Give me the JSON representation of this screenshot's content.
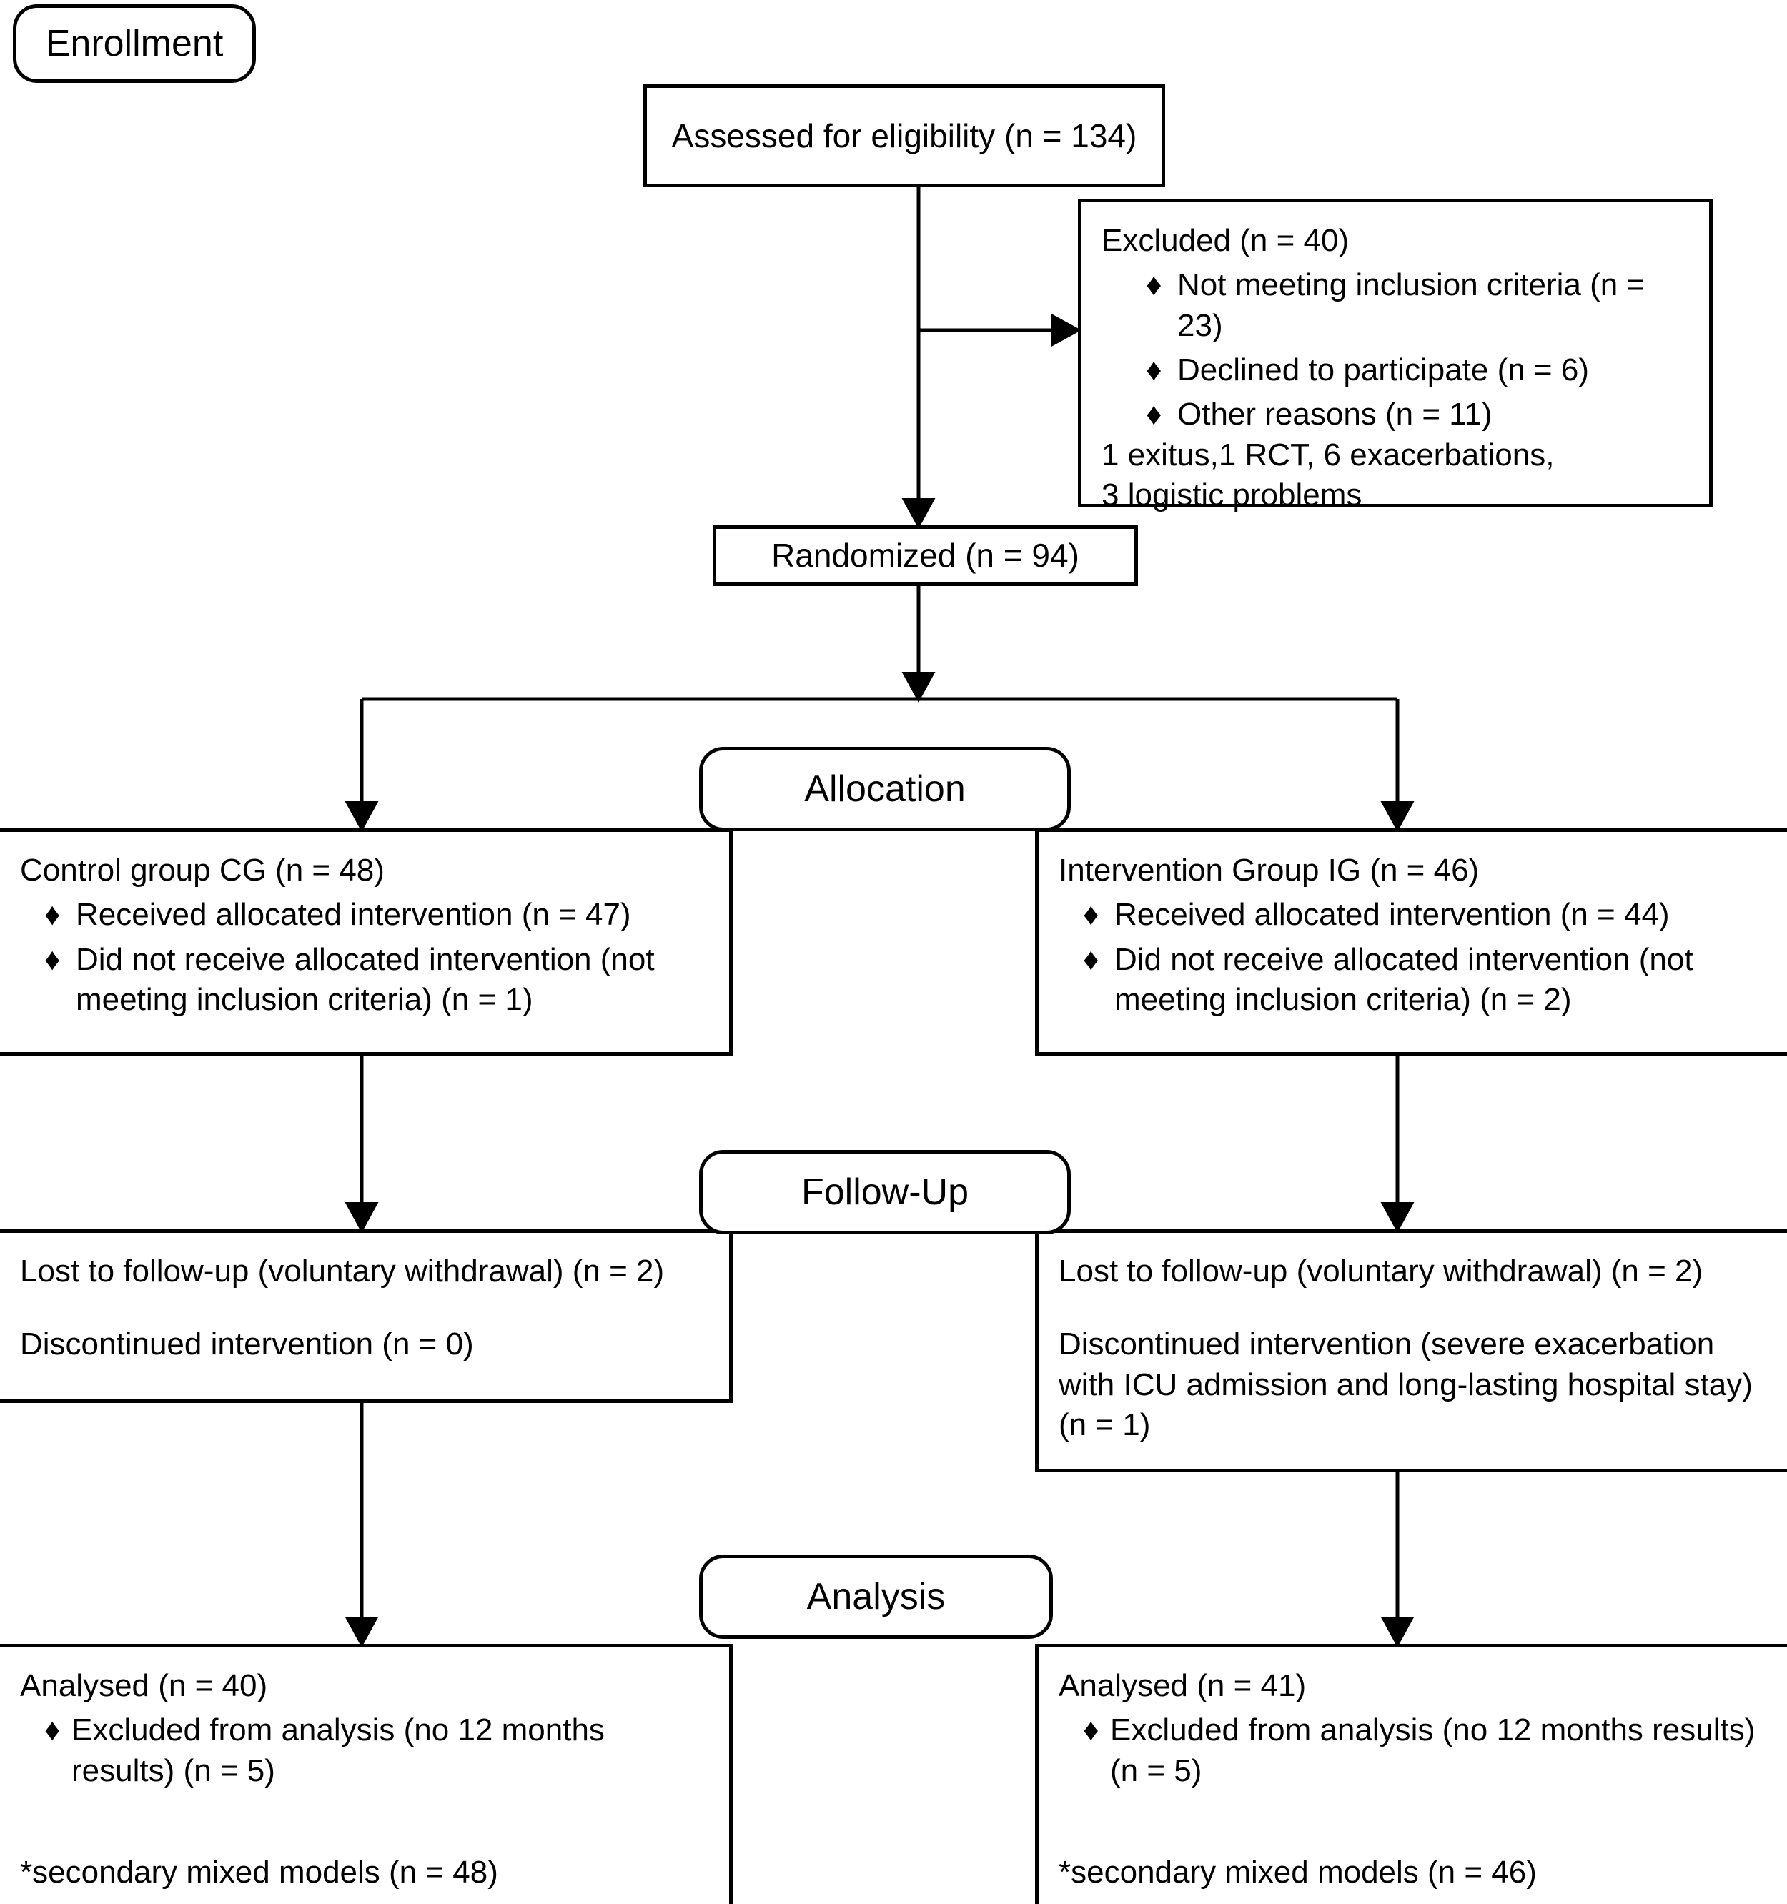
{
  "diagram": {
    "type": "consort-flow-diagram",
    "stages": [
      "Enrollment",
      "Allocation",
      "Follow-Up",
      "Analysis"
    ],
    "bullet_glyph": "♦"
  },
  "stage_labels": {
    "enrollment": "Enrollment",
    "allocation": "Allocation",
    "followup": "Follow-Up",
    "analysis": "Analysis"
  },
  "enrollment": {
    "assessed": "Assessed for eligibility (n = 134)",
    "excluded": {
      "title": "Excluded (n = 40)",
      "reasons": [
        "Not meeting inclusion criteria (n = 23)",
        "Declined to participate (n = 6)",
        "Other reasons (n = 11)"
      ],
      "detail_line1": "1 exitus,1 RCT, 6 exacerbations,",
      "detail_line2": "3 logistic problems"
    },
    "randomized": "Randomized (n = 94)"
  },
  "allocation": {
    "control": {
      "title": "Control group CG (n = 48)",
      "items": [
        "Received allocated intervention (n = 47)",
        "Did not receive allocated intervention (not meeting inclusion criteria) (n = 1)"
      ]
    },
    "intervention": {
      "title": "Intervention Group IG (n = 46)",
      "items": [
        "Received allocated intervention (n = 44)",
        "Did not receive allocated intervention (not meeting inclusion criteria) (n = 2)"
      ]
    }
  },
  "followup": {
    "control": {
      "lost": "Lost to follow-up (voluntary withdrawal) (n = 2)",
      "discontinued": "Discontinued intervention (n = 0)"
    },
    "intervention": {
      "lost": "Lost to follow-up (voluntary withdrawal) (n = 2)",
      "discontinued": "Discontinued intervention (severe exacerbation with ICU admission and long-lasting hospital stay) (n = 1)"
    }
  },
  "analysis": {
    "control": {
      "title": "Analysed (n = 40)",
      "excluded": "Excluded from analysis (no 12 months results) (n = 5)",
      "secondary": "*secondary mixed models (n = 48)"
    },
    "intervention": {
      "title": "Analysed (n = 41)",
      "excluded": "Excluded from analysis (no 12 months results) (n = 5)",
      "secondary": "*secondary mixed models (n = 46)"
    }
  },
  "colors": {
    "stroke": "#000000",
    "background": "#ffffff"
  }
}
